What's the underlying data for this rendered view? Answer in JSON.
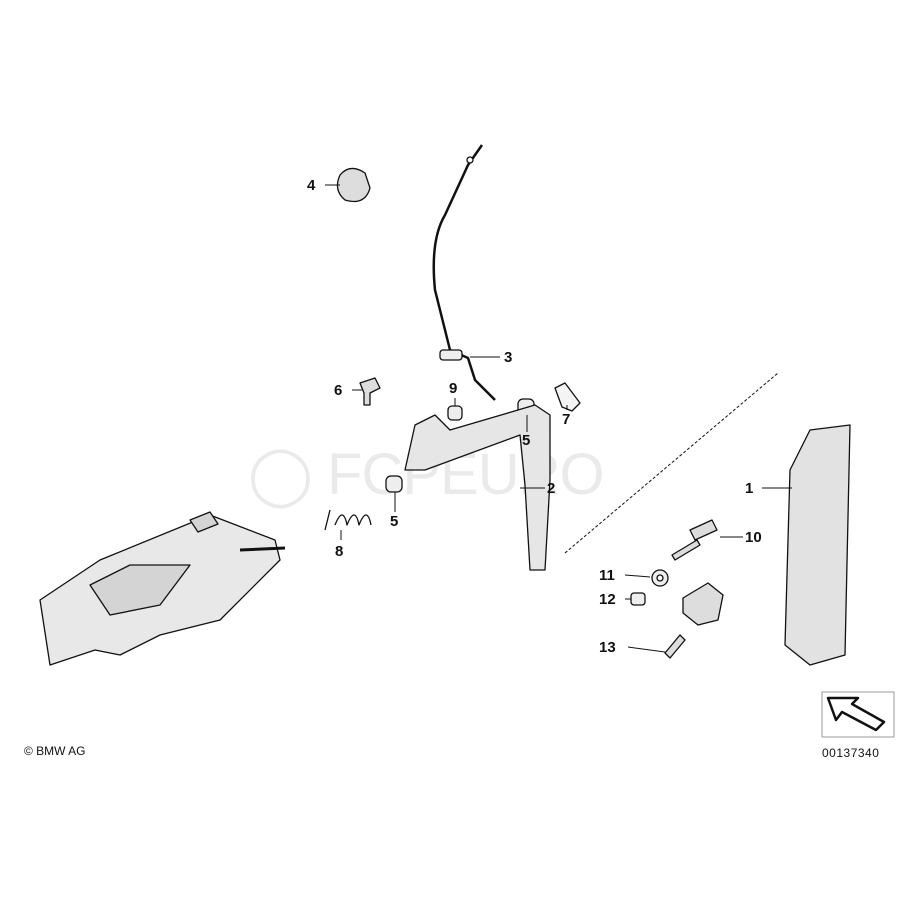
{
  "diagram": {
    "part_labels": [
      "1",
      "2",
      "3",
      "4",
      "5",
      "5",
      "6",
      "7",
      "8",
      "9",
      "10",
      "11",
      "12",
      "13"
    ],
    "copyright": "© BMW AG",
    "document_number": "00137340",
    "watermark": "FCPEURO"
  }
}
